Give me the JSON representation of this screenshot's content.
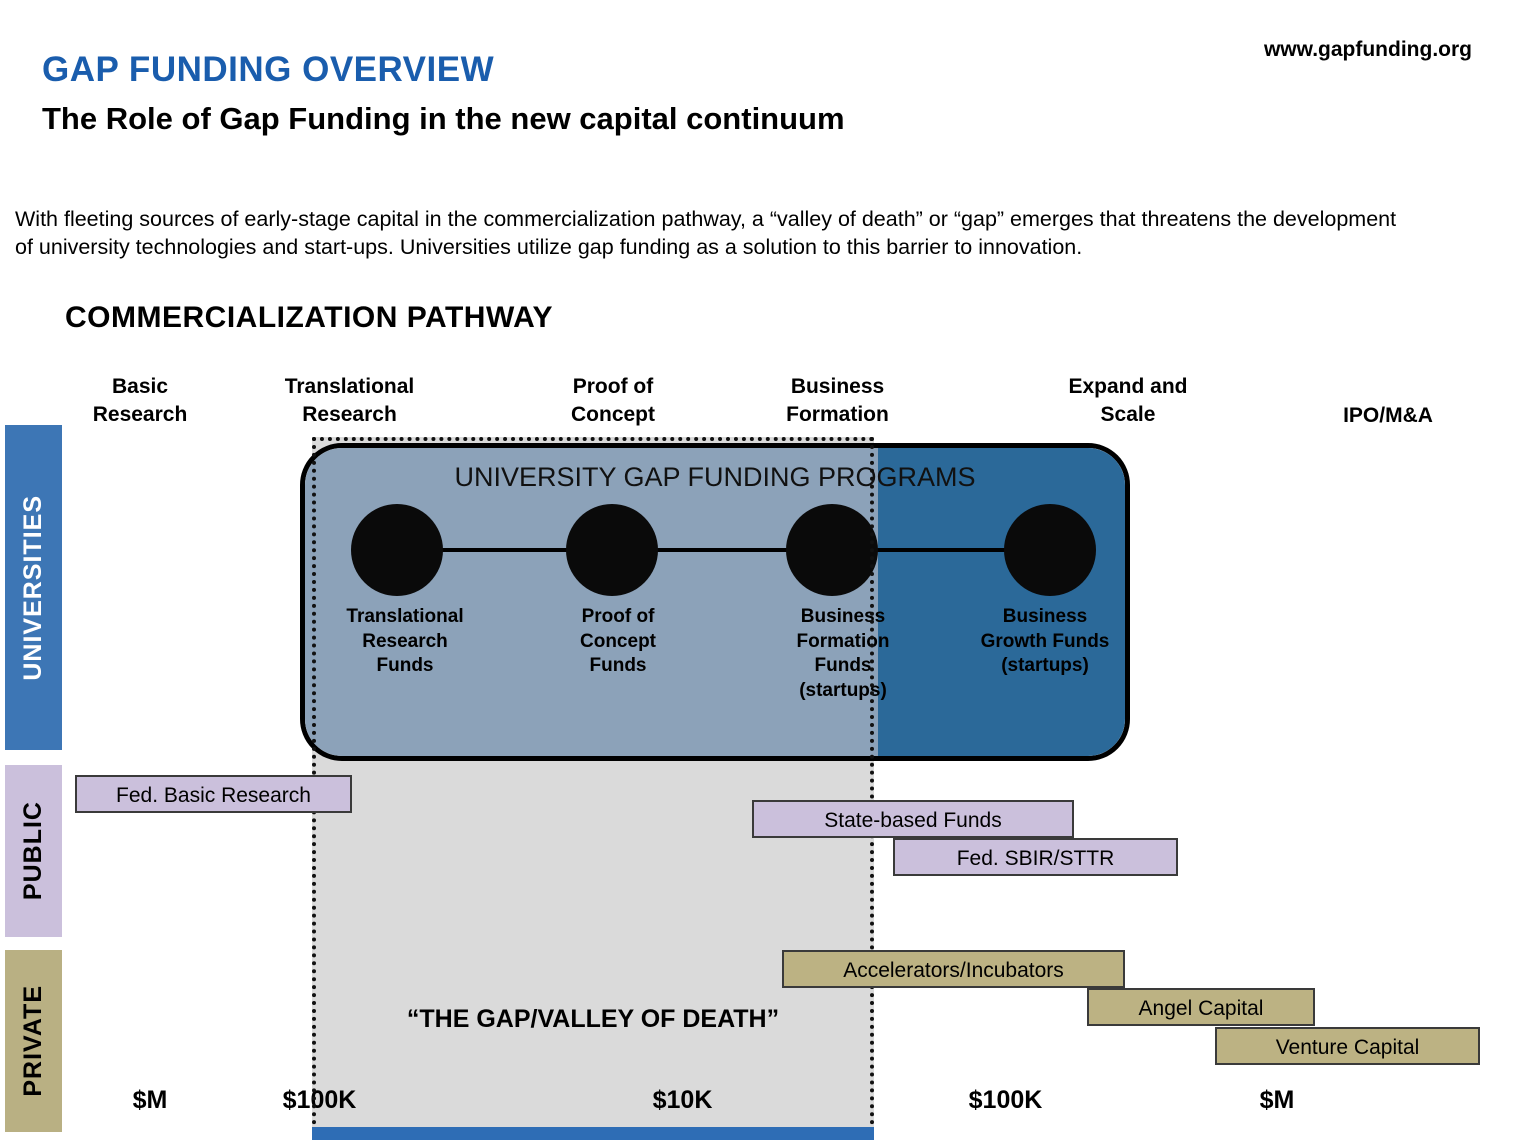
{
  "header": {
    "website": "www.gapfunding.org",
    "title": "GAP FUNDING OVERVIEW",
    "subtitle": "The Role of Gap Funding in the new capital continuum",
    "intro": "With fleeting sources of early-stage capital in the commercialization pathway, a “valley of death” or “gap” emerges that threatens the development of university technologies and start-ups. Universities utilize gap funding as a solution to this barrier to innovation."
  },
  "pathway": {
    "title": "COMMERCIALIZATION PATHWAY",
    "stages": [
      "Basic Research",
      "Translational Research",
      "Proof of Concept",
      "Business Formation",
      "Expand and Scale",
      "IPO/M&A"
    ]
  },
  "bands": {
    "universities": "UNIVERSITIES",
    "public": "PUBLIC",
    "private": "PRIVATE"
  },
  "program": {
    "title": "UNIVERSITY GAP FUNDING PROGRAMS",
    "nodes": [
      "Translational Research Funds",
      "Proof of Concept Funds",
      "Business Formation Funds (startups)",
      "Business Growth Funds (startups)"
    ]
  },
  "gap": {
    "label": "“THE GAP/VALLEY OF DEATH”"
  },
  "funding": {
    "public": [
      "Fed. Basic Research",
      "State-based Funds",
      "Fed. SBIR/STTR"
    ],
    "private": [
      "Accelerators/Incubators",
      "Angel Capital",
      "Venture Capital"
    ]
  },
  "axis": [
    "$M",
    "$100K",
    "$10K",
    "$100K",
    "$M"
  ],
  "colors": {
    "title_blue": "#1A5DAD",
    "universities_band": "#3D76B5",
    "public_band": "#CBC0DC",
    "private_band": "#B9B083",
    "program_light": "#8CA2B9",
    "program_dark": "#2B6999",
    "gap_fill": "#DADADA",
    "bottom_bar": "#2E6DB5"
  }
}
